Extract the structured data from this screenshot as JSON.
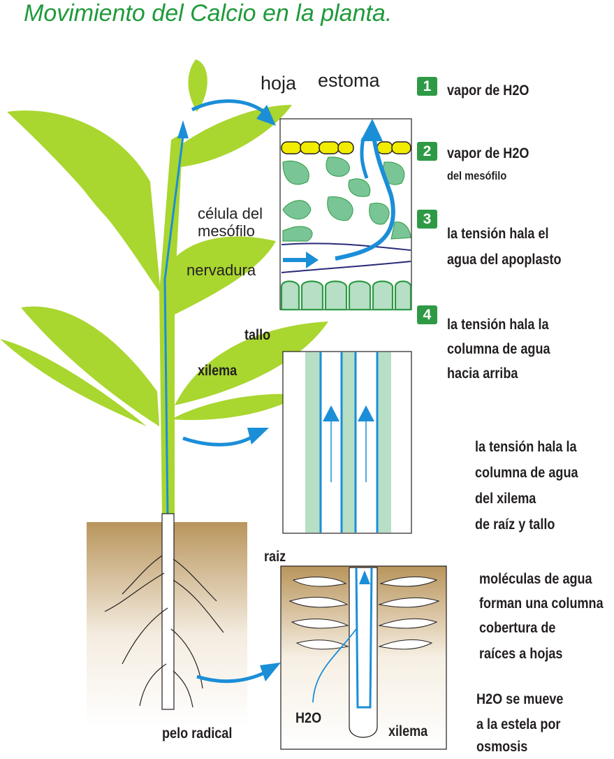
{
  "title": "Movimiento del Calcio en la planta.",
  "labels": {
    "hoja": "hoja",
    "estoma": "estoma",
    "celula": "célula del",
    "mesofilo": "mesófilo",
    "nervadura": "nervadura",
    "tallo": "tallo",
    "xilema_stem": "xilema",
    "raiz": "raiz",
    "h2o": "H2O",
    "xilema_root": "xilema",
    "pelo_radical": "pelo radical"
  },
  "steps": [
    {
      "number": "1",
      "lines": [
        "vapor de H2O"
      ],
      "sub": ""
    },
    {
      "number": "2",
      "lines": [
        "vapor de H2O"
      ],
      "sub": "del mesófilo"
    },
    {
      "number": "3",
      "lines": [
        "la tensión hala el",
        "agua del apoplasto"
      ],
      "sub": ""
    },
    {
      "number": "4",
      "lines": [
        "la tensión hala la",
        "columna de agua",
        "hacia arriba"
      ],
      "sub": ""
    }
  ],
  "notes": {
    "stem": [
      "la tensión hala la",
      "columna de agua",
      "del xilema",
      "de raíz y tallo"
    ],
    "cohesion": [
      "moléculas de agua",
      "forman una columna",
      "cobertura de",
      "raíces a hojas"
    ],
    "osmosis": [
      "H2O se mueve",
      "a la estela por",
      "osmosis"
    ]
  },
  "colors": {
    "title": "#1f9a3a",
    "leaf": "#a9d62f",
    "water": "#1b8ed8",
    "mesophyll": "#79c595",
    "epidermis": "#f2ec00",
    "badge": "#2e9a45",
    "soil": "#b9955c"
  }
}
